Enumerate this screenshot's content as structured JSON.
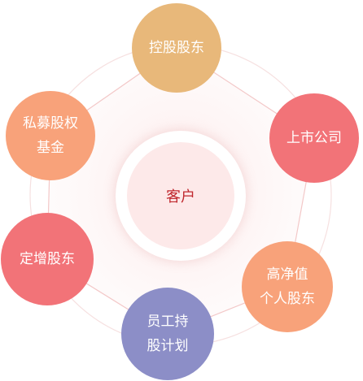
{
  "center": {
    "label": "客户"
  },
  "nodes": [
    {
      "lines": [
        "控股股东"
      ]
    },
    {
      "lines": [
        "上市公司"
      ]
    },
    {
      "lines": [
        "高净值",
        "个人股东"
      ]
    },
    {
      "lines": [
        "员工持",
        "股计划"
      ]
    },
    {
      "lines": [
        "定增股东"
      ]
    },
    {
      "lines": [
        "私募股权",
        "基金"
      ]
    }
  ],
  "colors": {
    "gold": "#e8b87a",
    "red": "#f27378",
    "orange": "#f8a27a",
    "purple": "#8c8ec7",
    "center_text": "#c0282e",
    "center_fill": "#fde9e9"
  }
}
